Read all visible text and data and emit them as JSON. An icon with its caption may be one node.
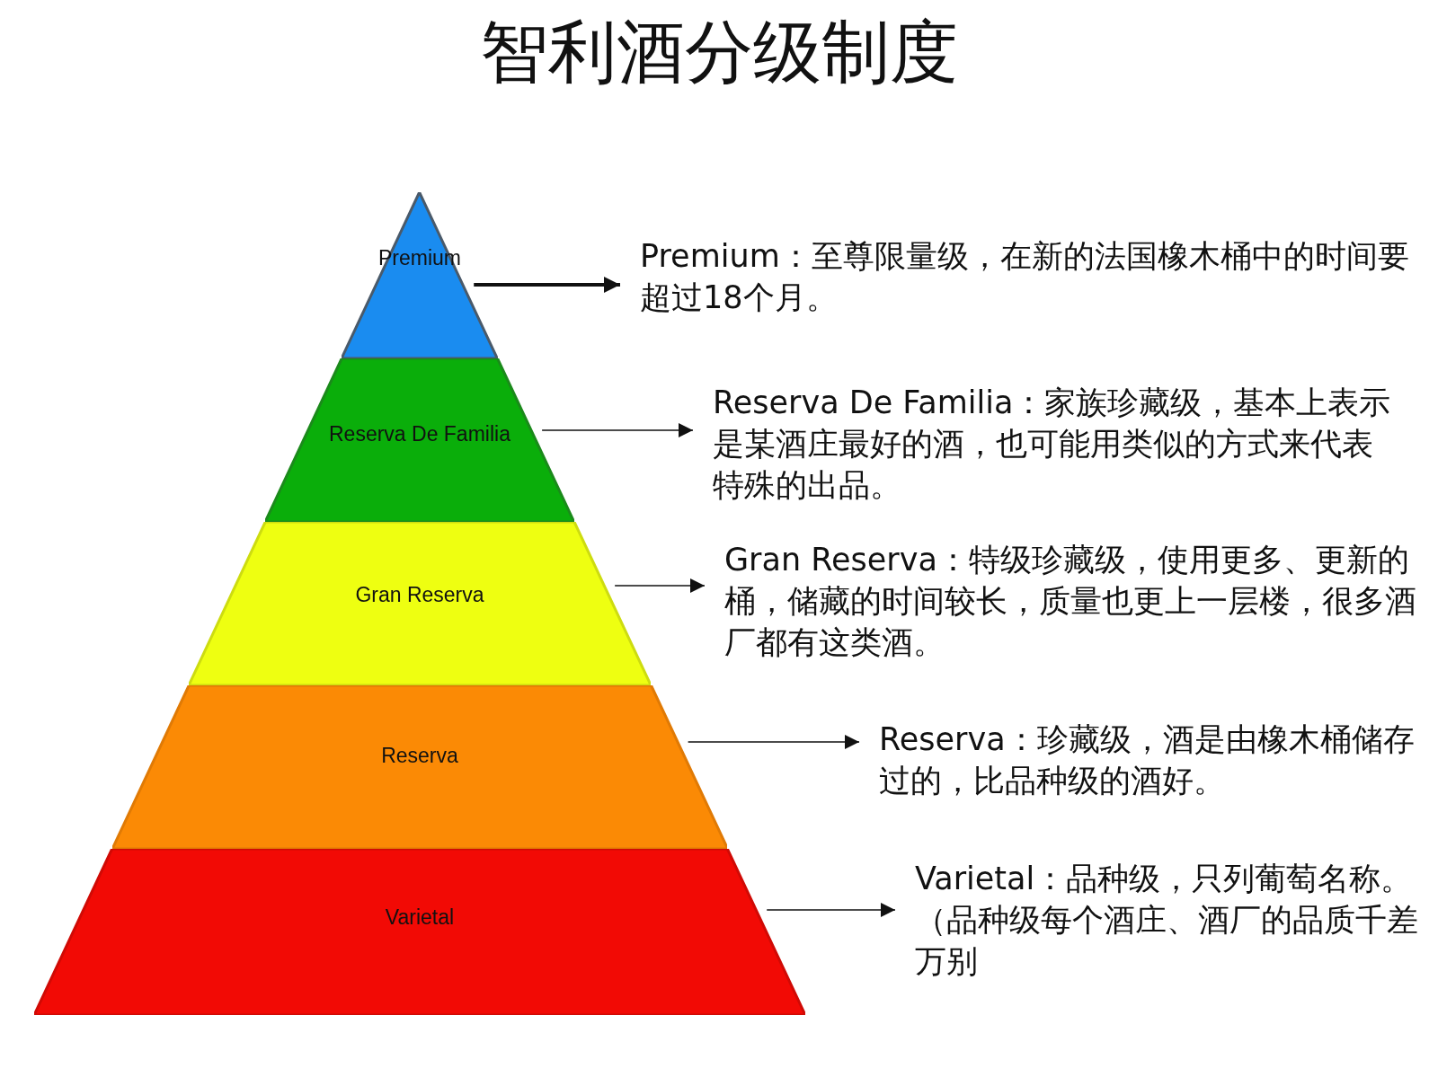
{
  "diagram": {
    "title": "智利酒分级制度",
    "nodes": [
      {
        "text": [
          "Premium"
        ]
      },
      {
        "text": [
          "Reserva De Familia"
        ]
      },
      {
        "text": [
          "Gran Reserva"
        ]
      },
      {
        "text": [
          "Reserva"
        ]
      },
      {
        "text": [
          "Varietal"
        ]
      },
      {
        "text": [
          "Premium：至尊限量级，在新的法国橡木桶中的时间要超过18个月。"
        ]
      },
      {
        "text": [
          "Reserva De Familia：家族珍藏级，基本上表示是某酒庄最好的酒，也可能用类似的方式来代表特殊的出品。"
        ]
      },
      {
        "text": [
          "Gran Reserva：特级珍藏级，使用更多、更新的桶，储藏的时间较长，质量也更上一层楼，很多酒厂都有这类酒。"
        ]
      },
      {
        "text": [
          "Reserva：珍藏级，酒是由橡木桶储存过的，比品种级的酒好。"
        ]
      },
      {
        "text": [
          "Varietal：品种级，只列葡萄名称。（品种级每个酒庄、酒厂的品质千差万别"
        ]
      }
    ],
    "edges": [
      {
        "from": 0,
        "to": 5,
        "arrow": "to",
        "style": "thick"
      },
      {
        "from": 1,
        "to": 6,
        "arrow": "to"
      },
      {
        "from": 2,
        "to": 7,
        "arrow": "to"
      },
      {
        "from": 3,
        "to": 8,
        "arrow": "to"
      },
      {
        "from": 4,
        "to": 9,
        "arrow": "to"
      }
    ]
  }
}
